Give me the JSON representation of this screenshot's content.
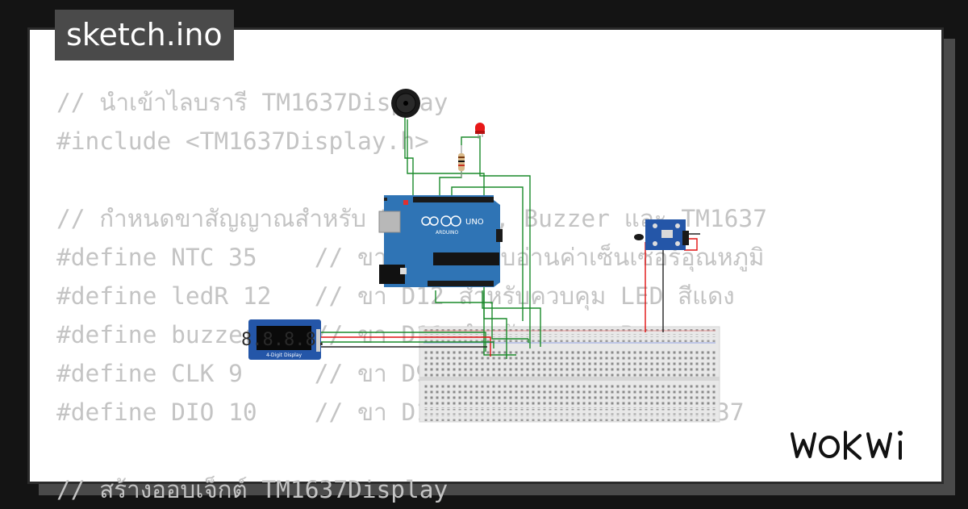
{
  "title": "sketch.ino",
  "brand": "WOKWI",
  "code_lines": [
    "// นำเข้าไลบรารี TM1637Display",
    "#include <TM1637Display.h>",
    "",
    "// กำหนดขาสัญญาณสำหรับ NTC, LED, Buzzer และ TM1637",
    "#define NTC 35    // ขา 35 สำหรับอ่านค่าเซ็นเซอร์อุณหภูมิ",
    "#define ledR 12   // ขา D12 สำหรับควบคุม LED สีแดง",
    "#define buzzer 11 // ขา D11 สำหรับควบคุม Buzzer",
    "#define CLK 9     // ขา D9 สำหรับ CLK",
    "#define DIO 10    // ขา D10 สำหรับ DIO ของ TM1637",
    "",
    "// สร้างออบเจ็กต์ TM1637Display"
  ],
  "arduino": {
    "model": "UNO",
    "brand": "ARDUINO"
  },
  "display_module": {
    "digits": "8.8.8.8.",
    "caption": "4-Digit Display"
  },
  "colors": {
    "background": "#141414",
    "card": "#ffffff",
    "code_text": "#c4c4c4",
    "badge": "#4a4a4a",
    "wire_green": "#1a8a2a",
    "wire_red": "#e01010",
    "wire_black": "#222222",
    "arduino_board": "#2f74b5",
    "sensor_board": "#2456a8",
    "led_red": "#e81818"
  }
}
